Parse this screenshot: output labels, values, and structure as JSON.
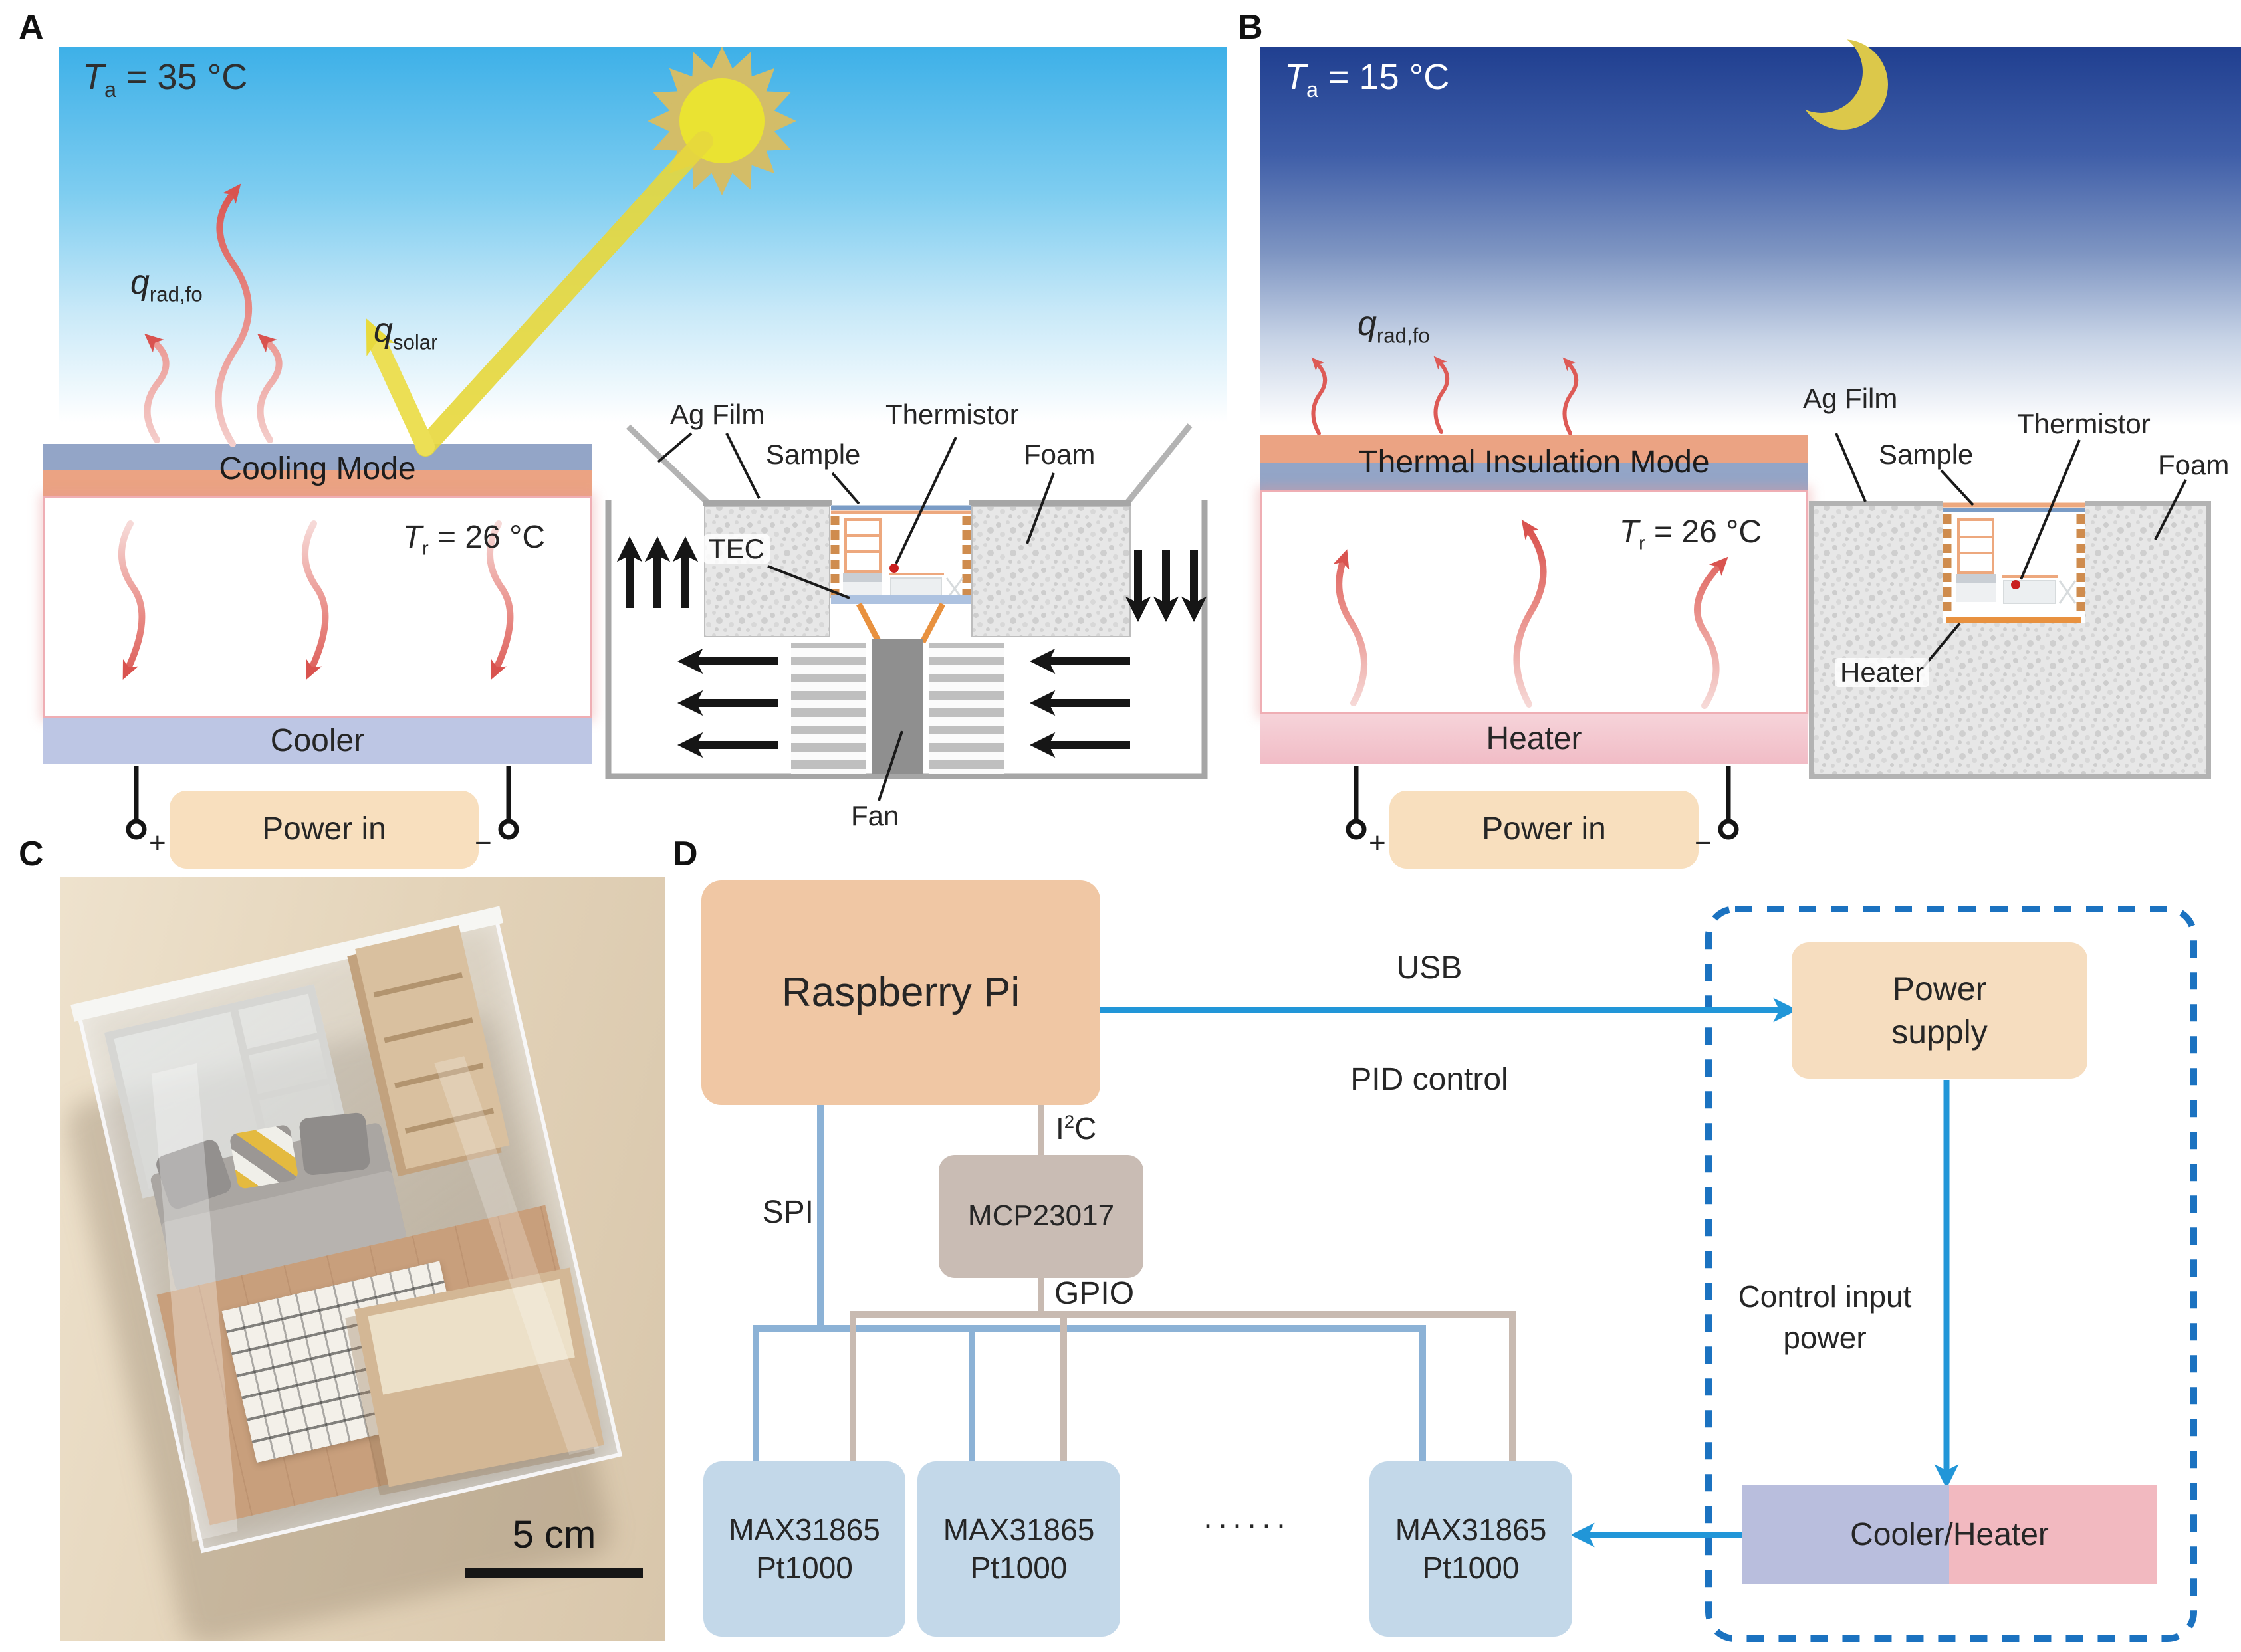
{
  "colors": {
    "sky_day_top": "#3db0e8",
    "sky_night_top": "#203f90",
    "sun_yellow": "#eae332",
    "moon_yellow": "#dcc84a",
    "bar_blue": "#93a5c7",
    "bar_orange": "#eba383",
    "cooler_bar": "#bdc6e4",
    "heater_bar": "#f2c0c9",
    "power_box": "#f8dfbe",
    "arrow_red": "#d9534f",
    "rpi_peach": "#f0c7a4",
    "supply_peach": "#f6ddbf",
    "mcp_gray": "#c9bcb4",
    "max_blue": "#c3d8e9",
    "cooler_half": "#b9bedd",
    "heater_half": "#f2b9c0",
    "line_blue": "#2196d8",
    "bus_blue": "#8cb2d6",
    "bus_tan": "#c8bab1",
    "dashed_blue": "#1b72c0"
  },
  "panel_a": {
    "label": "A",
    "ambient": {
      "sym": "T",
      "sub": "a",
      "rest": " = 35 °C"
    },
    "q_rad": {
      "sym": "q",
      "sub": "rad,fo"
    },
    "q_solar": {
      "sym": "q",
      "sub": "solar"
    },
    "mode_title": "Cooling Mode",
    "room": {
      "sym": "T",
      "sub": "r",
      "rest": " = 26 °C"
    },
    "device": "Cooler",
    "power": "Power in",
    "plus": "+",
    "minus": "−",
    "cs": {
      "ag_film": "Ag Film",
      "sample": "Sample",
      "thermistor": "Thermistor",
      "foam": "Foam",
      "tec": "TEC",
      "fan": "Fan"
    }
  },
  "panel_b": {
    "label": "B",
    "ambient": {
      "sym": "T",
      "sub": "a",
      "rest": " = 15 °C"
    },
    "q_rad": {
      "sym": "q",
      "sub": "rad,fo"
    },
    "mode_title": "Thermal Insulation Mode",
    "room": {
      "sym": "T",
      "sub": "r",
      "rest": " = 26 °C"
    },
    "device": "Heater",
    "power": "Power in",
    "plus": "+",
    "minus": "−",
    "cs": {
      "ag_film": "Ag Film",
      "sample": "Sample",
      "thermistor": "Thermistor",
      "foam": "Foam",
      "heater": "Heater"
    }
  },
  "panel_c": {
    "label": "C",
    "scale": "5 cm"
  },
  "panel_d": {
    "label": "D",
    "rpi": "Raspberry Pi",
    "usb": "USB",
    "pid": "PID control",
    "spi": "SPI",
    "i2c": {
      "pre": "I",
      "sup": "2",
      "post": "C"
    },
    "mcp": "MCP23017",
    "gpio": "GPIO",
    "max": {
      "line1": "MAX31865",
      "line2": "Pt1000"
    },
    "dots": "······",
    "power_supply": {
      "line1": "Power",
      "line2": "supply"
    },
    "control_input": {
      "line1": "Control input",
      "line2": "power"
    },
    "cooler_heater": "Cooler/Heater"
  }
}
